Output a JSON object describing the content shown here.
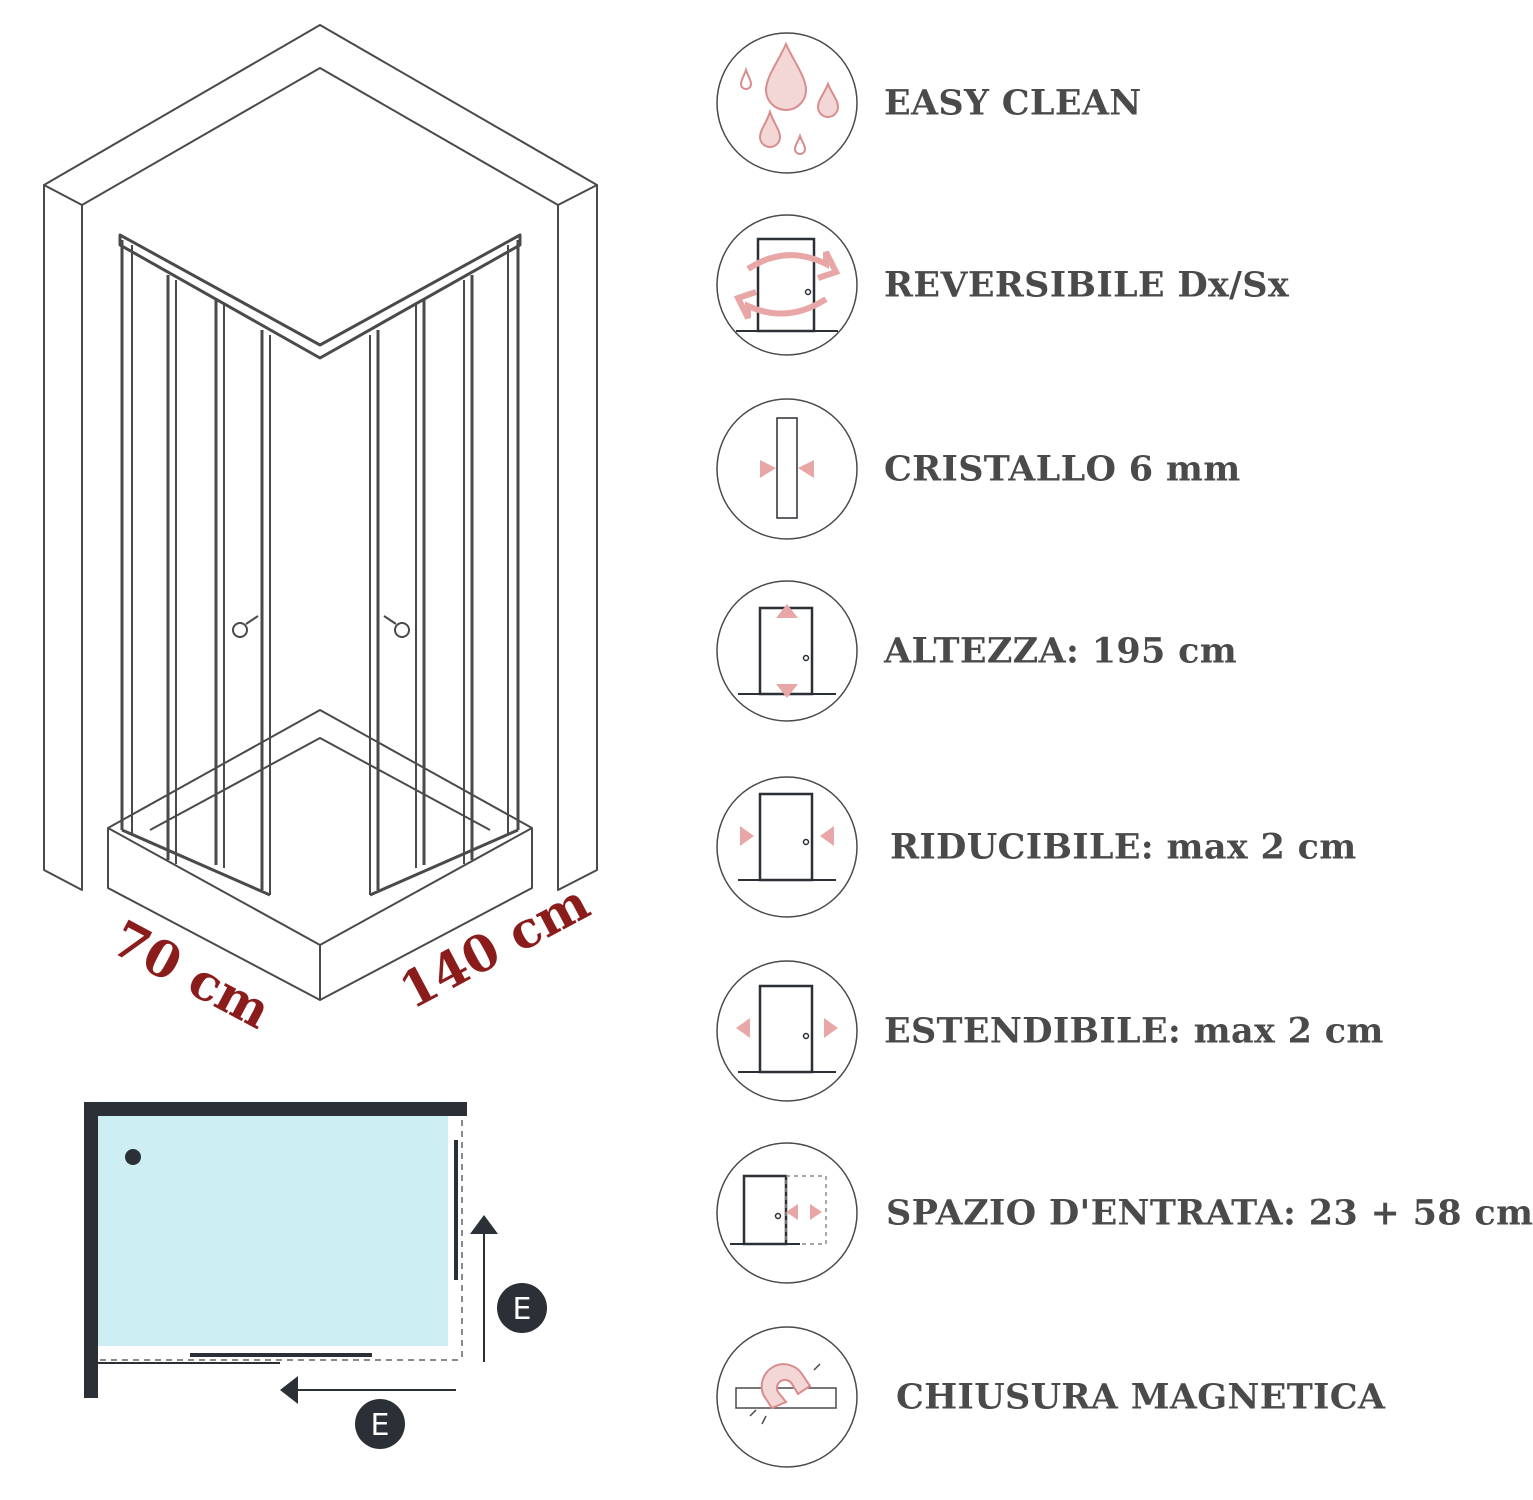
{
  "colors": {
    "accent": "#8b1c1c",
    "icon_pink": "#e8a6a6",
    "line": "#4a4a4a",
    "glass": "#cdeef3",
    "frame": "#2b2f36"
  },
  "dimensions": {
    "left": "70 cm",
    "right": "140 cm"
  },
  "plan": {
    "entry_marker": "E"
  },
  "features": [
    {
      "label": "EASY CLEAN",
      "icon": "water-drops-icon"
    },
    {
      "label": "REVERSIBILE Dx/Sx",
      "icon": "reversible-door-icon"
    },
    {
      "label": "CRISTALLO 6 mm",
      "icon": "glass-thickness-icon"
    },
    {
      "label": "ALTEZZA: 195 cm",
      "icon": "door-height-icon"
    },
    {
      "label": "RIDUCIBILE: max 2 cm",
      "icon": "door-reduce-icon"
    },
    {
      "label": "ESTENDIBILE: max 2 cm",
      "icon": "door-extend-icon"
    },
    {
      "label": "SPAZIO D'ENTRATA: 23 + 58 cm",
      "icon": "entry-space-icon"
    },
    {
      "label": "CHIUSURA MAGNETICA",
      "icon": "magnet-icon"
    }
  ]
}
